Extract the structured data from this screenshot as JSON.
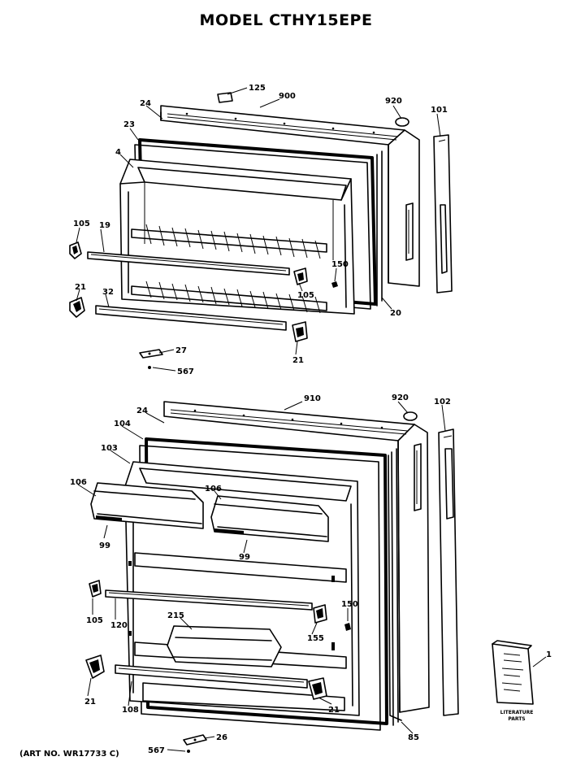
{
  "title": "MODEL CTHY15EPE",
  "art_number": "(ART NO. WR17733 C)",
  "literature": {
    "label_line1": "LITERATURE",
    "label_line2": "PARTS"
  },
  "callouts": {
    "upper": [
      "125",
      "900",
      "24",
      "920",
      "101",
      "23",
      "4",
      "105",
      "19",
      "150",
      "105",
      "21",
      "32",
      "20",
      "27",
      "21",
      "567"
    ],
    "lower": [
      "910",
      "920",
      "24",
      "102",
      "104",
      "103",
      "106",
      "106",
      "99",
      "99",
      "105",
      "120",
      "215",
      "150",
      "155",
      "21",
      "108",
      "21",
      "1",
      "85",
      "26",
      "567"
    ]
  }
}
